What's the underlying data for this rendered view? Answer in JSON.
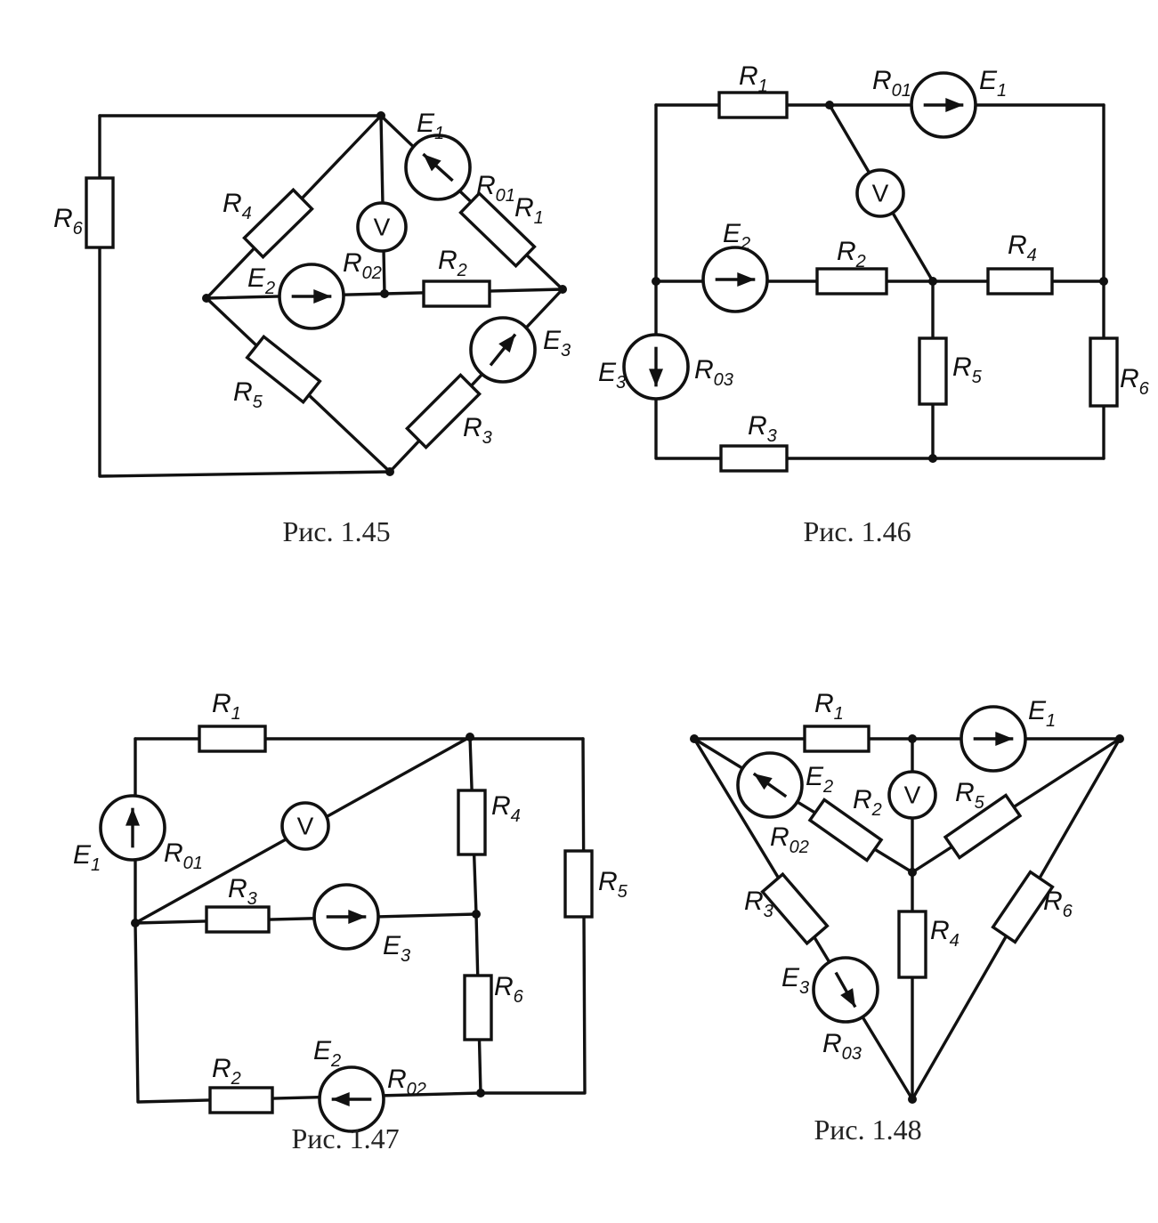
{
  "figures": [
    {
      "caption": "Рис. 1.45",
      "labels": {
        "R6": [
          "R",
          "6"
        ],
        "R4": [
          "R",
          "4"
        ],
        "E1": [
          "E",
          "1"
        ],
        "R01": [
          "R",
          "01"
        ],
        "R1": [
          "R",
          "1"
        ],
        "E2": [
          "E",
          "2"
        ],
        "R02": [
          "R",
          "02"
        ],
        "R2": [
          "R",
          "2"
        ],
        "E3": [
          "E",
          "3"
        ],
        "R5": [
          "R",
          "5"
        ],
        "R3": [
          "R",
          "3"
        ],
        "V": "V"
      }
    },
    {
      "caption": "Рис. 1.46",
      "labels": {
        "R1": [
          "R",
          "1"
        ],
        "R01": [
          "R",
          "01"
        ],
        "E1": [
          "E",
          "1"
        ],
        "V": "V",
        "E2": [
          "E",
          "2"
        ],
        "R2": [
          "R",
          "2"
        ],
        "R4": [
          "R",
          "4"
        ],
        "E3": [
          "E",
          "3"
        ],
        "R03": [
          "R",
          "03"
        ],
        "R5": [
          "R",
          "5"
        ],
        "R6": [
          "R",
          "6"
        ],
        "R3": [
          "R",
          "3"
        ]
      }
    },
    {
      "caption": "Рис. 1.47",
      "labels": {
        "R1": [
          "R",
          "1"
        ],
        "V": "V",
        "R4": [
          "R",
          "4"
        ],
        "E1": [
          "E",
          "1"
        ],
        "R01": [
          "R",
          "01"
        ],
        "R3": [
          "R",
          "3"
        ],
        "E3": [
          "E",
          "3"
        ],
        "R5": [
          "R",
          "5"
        ],
        "R6": [
          "R",
          "6"
        ],
        "R2": [
          "R",
          "2"
        ],
        "E2": [
          "E",
          "2"
        ],
        "R02": [
          "R",
          "02"
        ]
      }
    },
    {
      "caption": "Рис. 1.48",
      "labels": {
        "R1": [
          "R",
          "1"
        ],
        "E1": [
          "E",
          "1"
        ],
        "E2": [
          "E",
          "2"
        ],
        "V": "V",
        "R02": [
          "R",
          "02"
        ],
        "R2": [
          "R",
          "2"
        ],
        "R5": [
          "R",
          "5"
        ],
        "R3": [
          "R",
          "3"
        ],
        "R4": [
          "R",
          "4"
        ],
        "R6": [
          "R",
          "6"
        ],
        "E3": [
          "E",
          "3"
        ],
        "R03": [
          "R",
          "03"
        ]
      }
    }
  ]
}
